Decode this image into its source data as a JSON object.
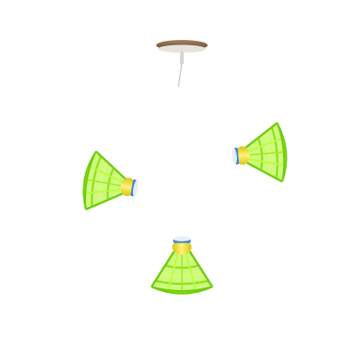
{
  "scene": {
    "subject": "shuttlecocks",
    "shuttlecock_count": 3,
    "colors": {
      "background": "#ffffff",
      "skirt_green": "#a6f21c",
      "skirt_light": "#d8ff6a",
      "skirt_dark": "#6fcc0c",
      "cork_yellow": "#f2e21a",
      "cork_band_blue": "#3f7fdc",
      "mount_brown": "#8a6a4e",
      "mount_dark": "#4a3828",
      "mount_base": "#e8e2dc"
    },
    "objects": [
      {
        "name": "ceiling-mount",
        "icon": "ceiling-mount-icon"
      },
      {
        "name": "shuttlecock-right",
        "icon": "shuttlecock-icon"
      },
      {
        "name": "shuttlecock-left",
        "icon": "shuttlecock-icon"
      },
      {
        "name": "shuttlecock-bottom",
        "icon": "shuttlecock-icon"
      }
    ]
  }
}
